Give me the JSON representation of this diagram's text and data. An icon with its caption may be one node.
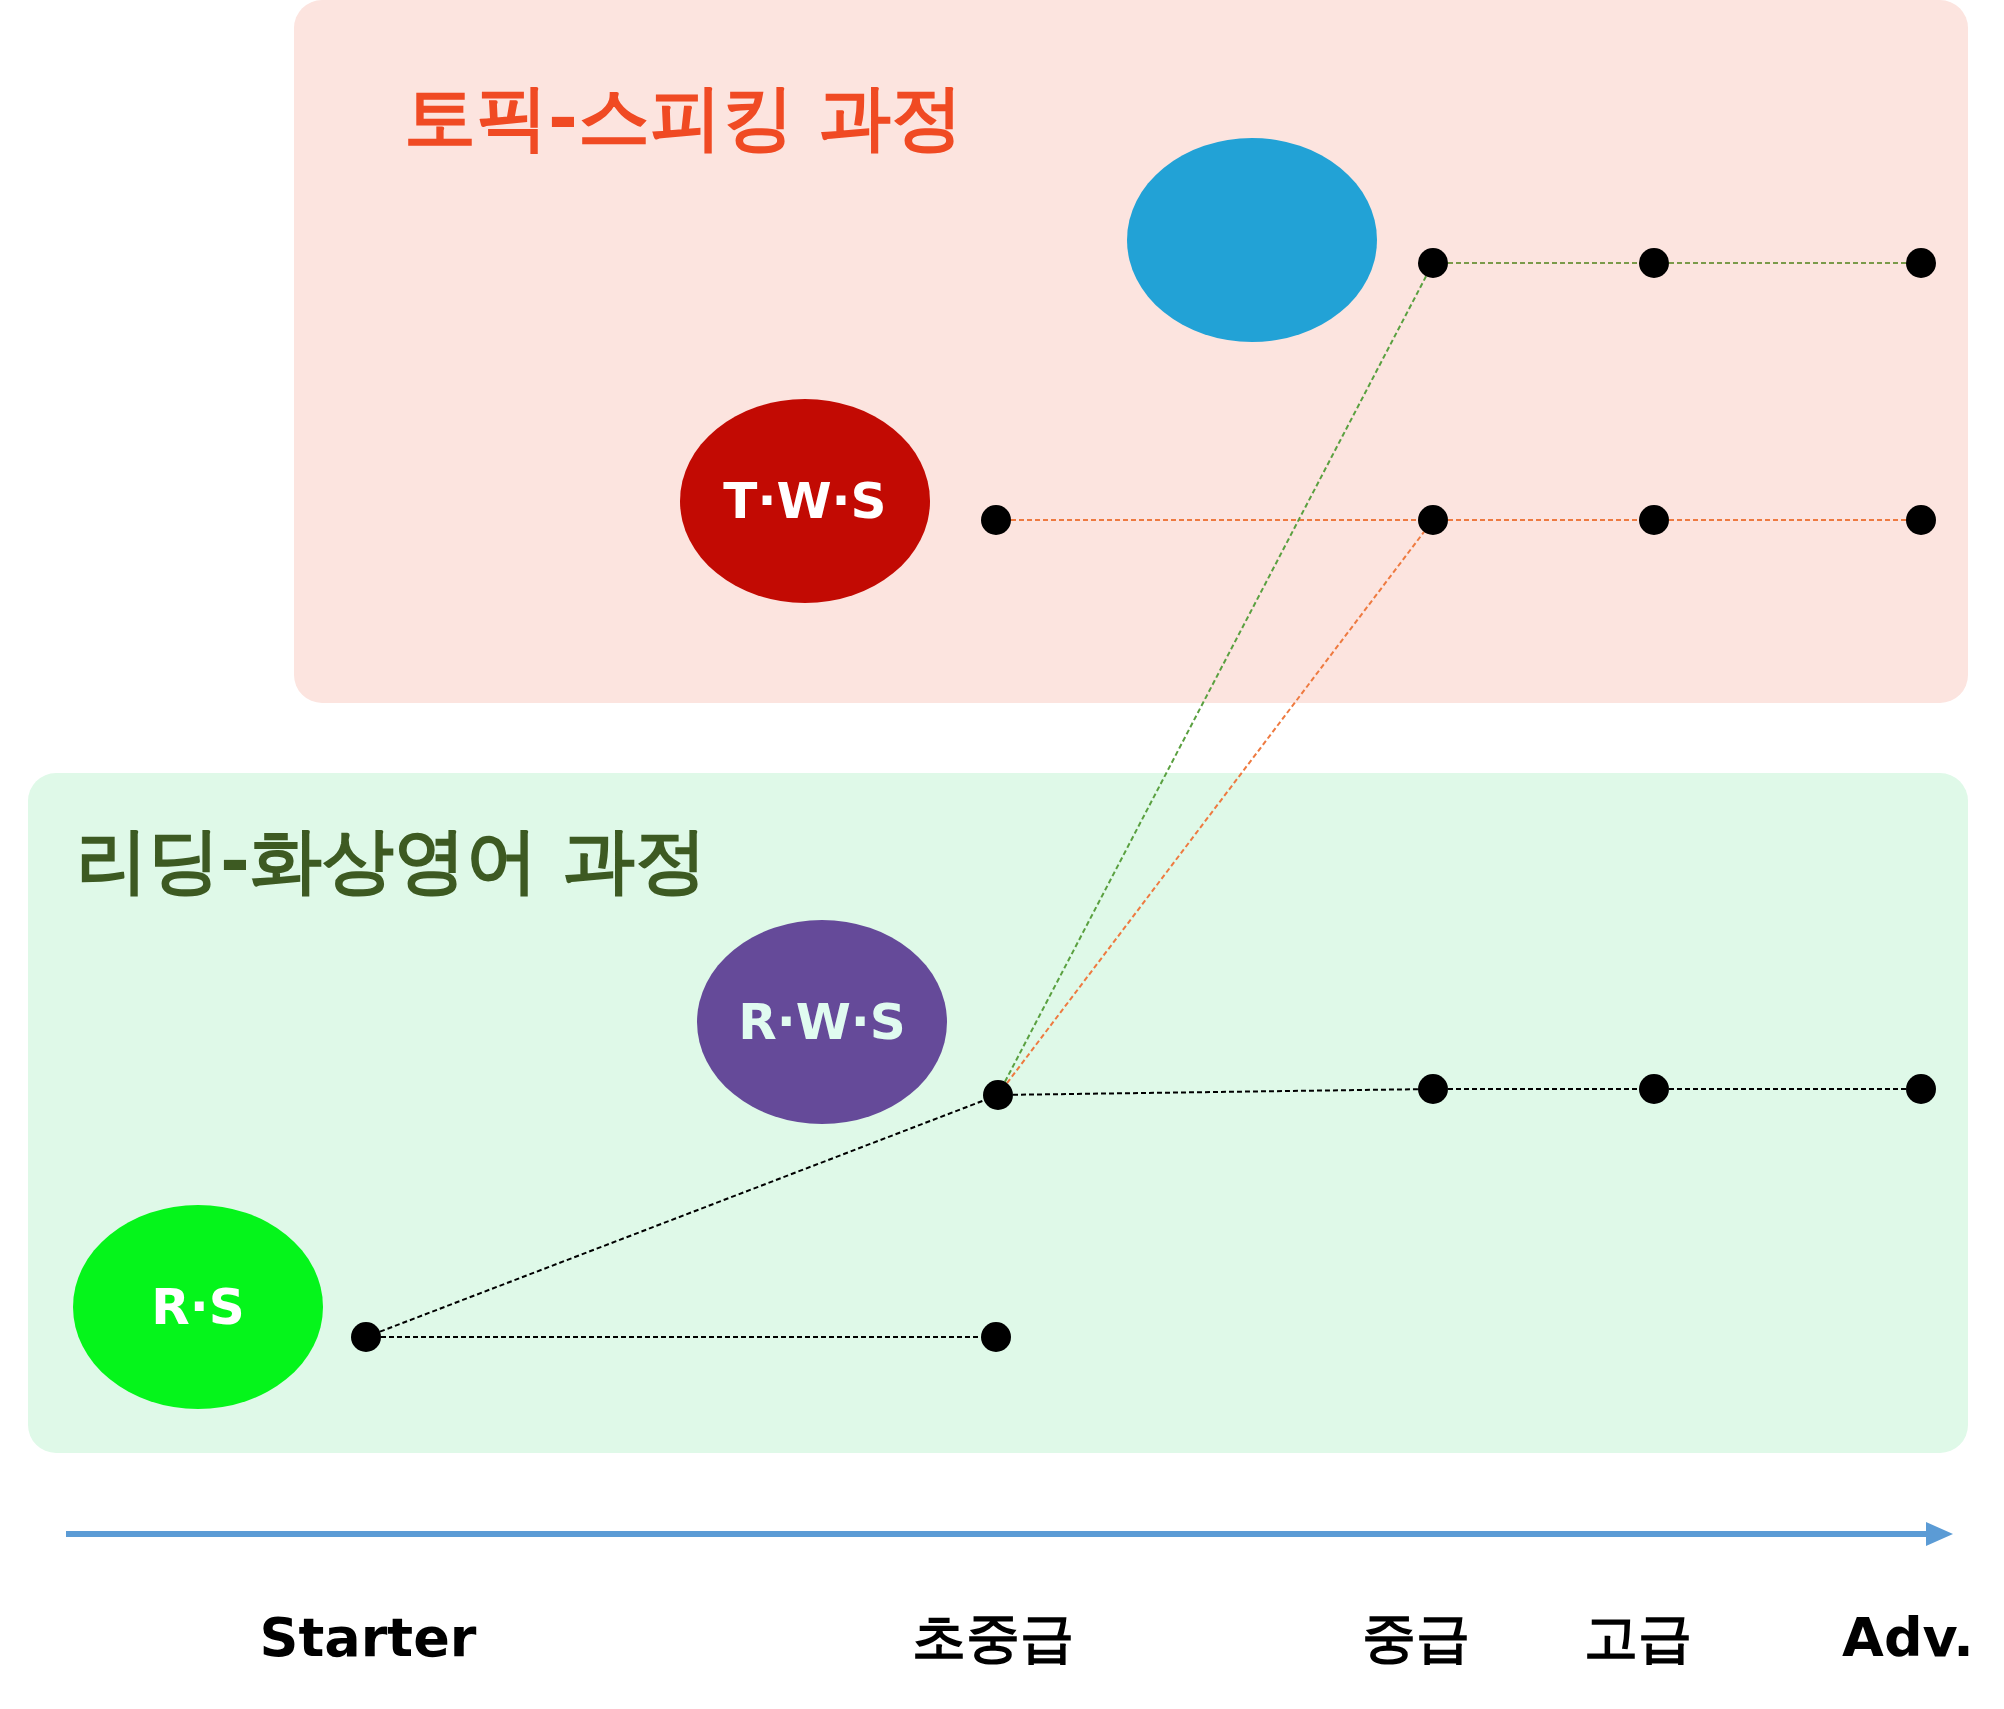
{
  "diagram": {
    "nodes": [
      {
        "text": [
          "토픽-스피킹 과정"
        ]
      },
      {
        "text": [],
        "shape": "circle",
        "in": 0
      },
      {
        "text": [
          "T·W·S"
        ],
        "in": 0
      },
      {
        "text": [],
        "shape": "circle",
        "in": 0
      },
      {
        "text": [],
        "shape": "circle",
        "in": 0
      },
      {
        "text": [],
        "shape": "circle",
        "in": 0
      },
      {
        "text": [],
        "shape": "circle",
        "in": 0
      },
      {
        "text": [],
        "shape": "circle",
        "in": 0
      },
      {
        "text": [],
        "shape": "circle",
        "in": 0
      },
      {
        "text": [],
        "shape": "circle",
        "in": 0
      },
      {
        "text": [
          "리딩-화상영어 과정"
        ]
      },
      {
        "text": [
          "R·W·S"
        ],
        "in": 10
      },
      {
        "text": [
          "R·S"
        ],
        "in": 10
      },
      {
        "text": [],
        "shape": "circle",
        "in": 10
      },
      {
        "text": [],
        "shape": "circle",
        "in": 10
      },
      {
        "text": [],
        "shape": "circle",
        "in": 10
      },
      {
        "text": [],
        "shape": "circle",
        "in": 10
      },
      {
        "text": [],
        "shape": "circle",
        "in": 10
      },
      {
        "text": [],
        "shape": "circle",
        "in": 10
      }
    ],
    "edges": [
      {
        "from": 3,
        "to": 4,
        "arrow": "none",
        "style": "dashed",
        "color": "#7a9a4a"
      },
      {
        "from": 4,
        "to": 5,
        "arrow": "none",
        "style": "dashed",
        "color": "#7a9a4a"
      },
      {
        "from": 6,
        "to": 7,
        "arrow": "none",
        "style": "dashed",
        "color": "#ee7a40"
      },
      {
        "from": 7,
        "to": 8,
        "arrow": "none",
        "style": "dashed",
        "color": "#ee7a40"
      },
      {
        "from": 8,
        "to": 9,
        "arrow": "none",
        "style": "dashed",
        "color": "#ee7a40"
      },
      {
        "from": 13,
        "to": 3,
        "arrow": "none",
        "style": "dashed",
        "color": "#5aa040"
      },
      {
        "from": 13,
        "to": 7,
        "arrow": "none",
        "style": "dashed",
        "color": "#ee7a40"
      },
      {
        "from": 17,
        "to": 13,
        "arrow": "none",
        "style": "dashed",
        "color": "#000000"
      },
      {
        "from": 17,
        "to": 18,
        "arrow": "none",
        "style": "dashed",
        "color": "#000000"
      },
      {
        "from": 13,
        "to": 14,
        "arrow": "none",
        "style": "dashed",
        "color": "#000000"
      },
      {
        "from": 14,
        "to": 15,
        "arrow": "none",
        "style": "dashed",
        "color": "#000000"
      },
      {
        "from": 15,
        "to": 16,
        "arrow": "none",
        "style": "dashed",
        "color": "#000000"
      }
    ],
    "labels": [
      "Starter",
      "초중급",
      "중급",
      "고급",
      "Adv."
    ]
  }
}
